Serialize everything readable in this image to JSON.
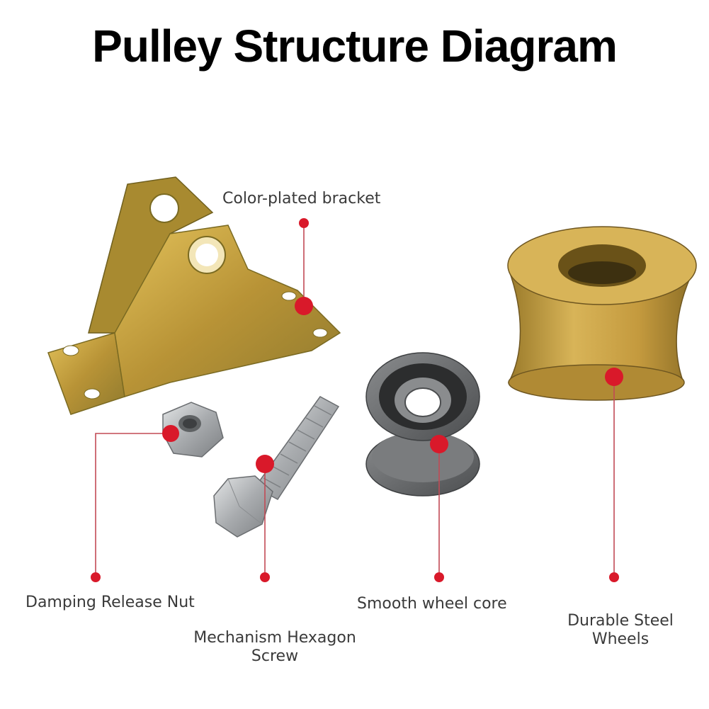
{
  "title": "Pulley Structure Diagram",
  "colors": {
    "marker": "#d9192a",
    "leader": "#c24a55",
    "brass": "#c9a23e",
    "steel": "#b8babc"
  },
  "labels": {
    "bracket": "Color-plated bracket",
    "nut": "Damping Release Nut",
    "screw_line1": "Mechanism Hexagon",
    "screw_line2": "Screw",
    "core": "Smooth wheel core",
    "wheel_line1": "Durable Steel",
    "wheel_line2": "Wheels"
  }
}
